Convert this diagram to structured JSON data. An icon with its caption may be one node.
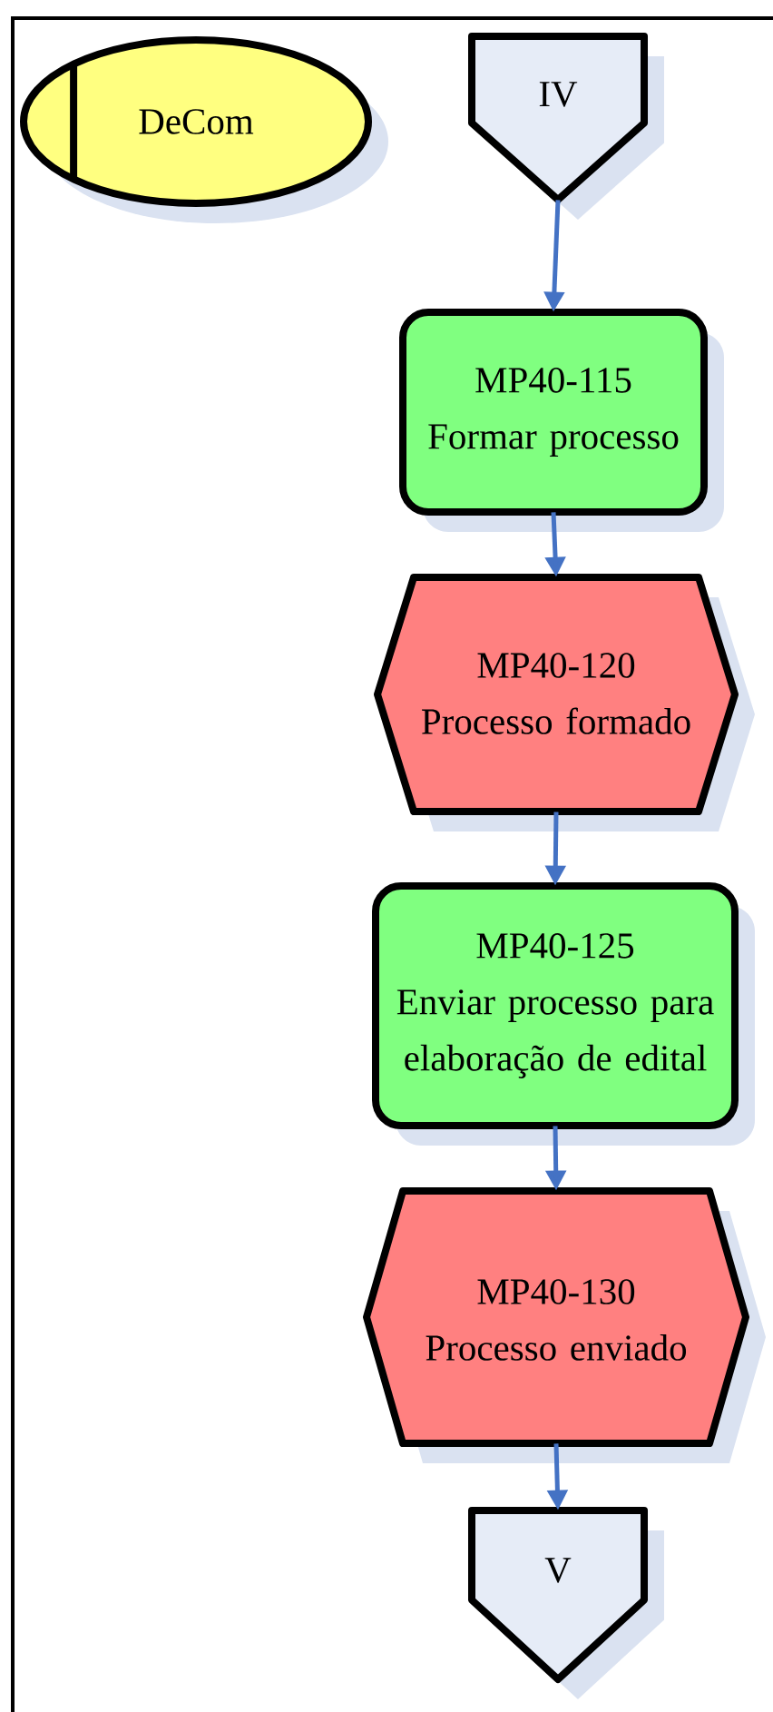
{
  "diagram": {
    "nodes": [
      {
        "text": [
          "DeCom"
        ]
      },
      {
        "text": [
          "IV"
        ]
      },
      {
        "text": [
          "MP40-115",
          "Formar processo"
        ]
      },
      {
        "text": [
          "MP40-120",
          "Processo formado"
        ]
      },
      {
        "text": [
          "MP40-125",
          "Enviar processo para elaboração de edital"
        ]
      },
      {
        "text": [
          "MP40-130",
          "Processo enviado"
        ]
      },
      {
        "text": [
          "V"
        ]
      }
    ],
    "edges": [
      {
        "from": 1,
        "to": 2,
        "arrow": "to"
      },
      {
        "from": 2,
        "to": 3,
        "arrow": "to"
      },
      {
        "from": 3,
        "to": 4,
        "arrow": "to"
      },
      {
        "from": 4,
        "to": 5,
        "arrow": "to"
      },
      {
        "from": 5,
        "to": 6,
        "arrow": "to"
      }
    ]
  }
}
